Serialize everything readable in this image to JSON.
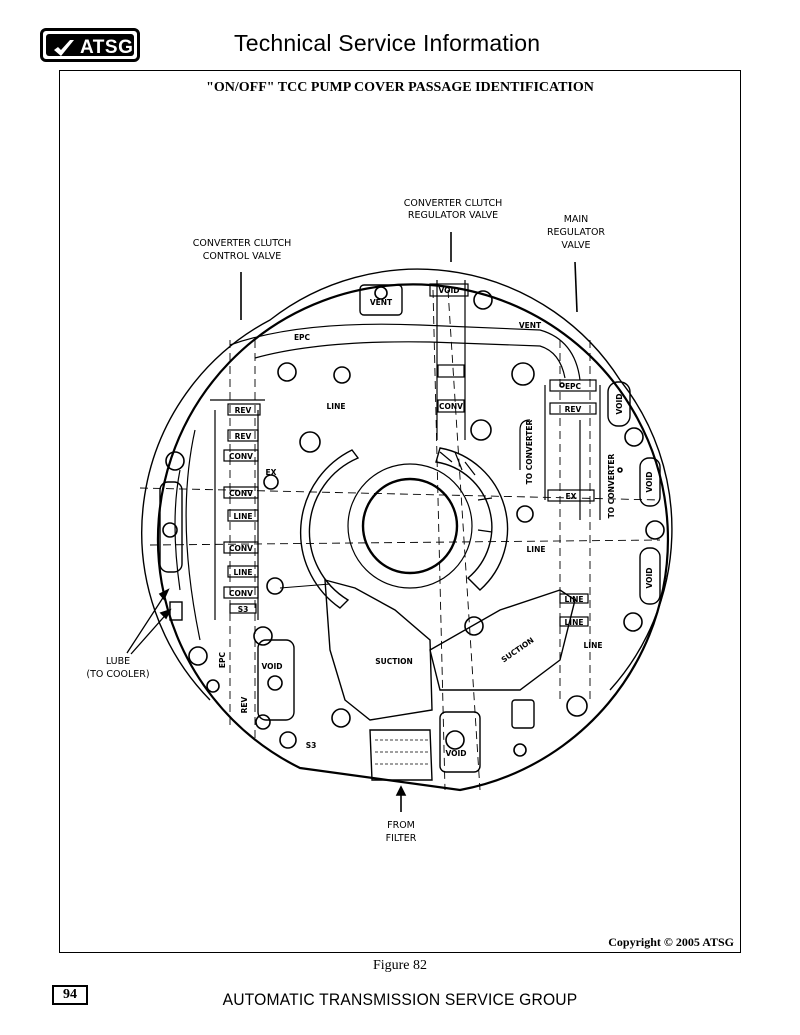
{
  "header": {
    "logo_text": "ATSG",
    "title": "Technical Service Information"
  },
  "figure": {
    "title": "\"ON/OFF\" TCC PUMP COVER PASSAGE IDENTIFICATION",
    "copyright": "Copyright © 2005 ATSG",
    "caption": "Figure 82"
  },
  "callouts": {
    "converter_clutch_regulator_valve": [
      "CONVERTER CLUTCH",
      "REGULATOR VALVE"
    ],
    "main_regulator_valve": [
      "MAIN",
      "REGULATOR",
      "VALVE"
    ],
    "converter_clutch_control_valve": [
      "CONVERTER CLUTCH",
      "CONTROL VALVE"
    ],
    "lube": [
      "LUBE",
      "(TO COOLER)"
    ],
    "from_filter": [
      "FROM",
      "FILTER"
    ]
  },
  "passages": {
    "vent_top": "VENT",
    "void_top": "VOID",
    "vent_right": "VENT",
    "epc_top": "EPC",
    "epc_right": "EPC",
    "rev_right": "REV",
    "void_right_1": "VOID",
    "line_upper": "LINE",
    "conv_center": "CONV",
    "to_converter_1": "TO CONVERTER",
    "to_converter_2": "TO CONVERTER",
    "void_right_2": "VOID",
    "ex_right": "EX",
    "rev_left_1": "REV",
    "rev_left_2": "REV",
    "conv_left_1": "CONV",
    "ex_left": "EX",
    "conv_left_2": "CONV",
    "line_left_1": "LINE",
    "conv_left_3": "CONV",
    "line_left_2": "LINE",
    "conv_left_4": "CONV",
    "s3_left": "S3",
    "line_mid": "LINE",
    "void_right_3": "VOID",
    "line_low_1": "LINE",
    "line_low_2": "LINE",
    "line_low_3": "LINE",
    "suction_center": "SUCTION",
    "suction_right": "SUCTION",
    "epc_left": "EPC",
    "void_left": "VOID",
    "rev_bottom": "REV",
    "s3_bottom": "S3",
    "void_bottom": "VOID"
  },
  "footer": {
    "page_number": "94",
    "org": "AUTOMATIC TRANSMISSION SERVICE GROUP"
  }
}
